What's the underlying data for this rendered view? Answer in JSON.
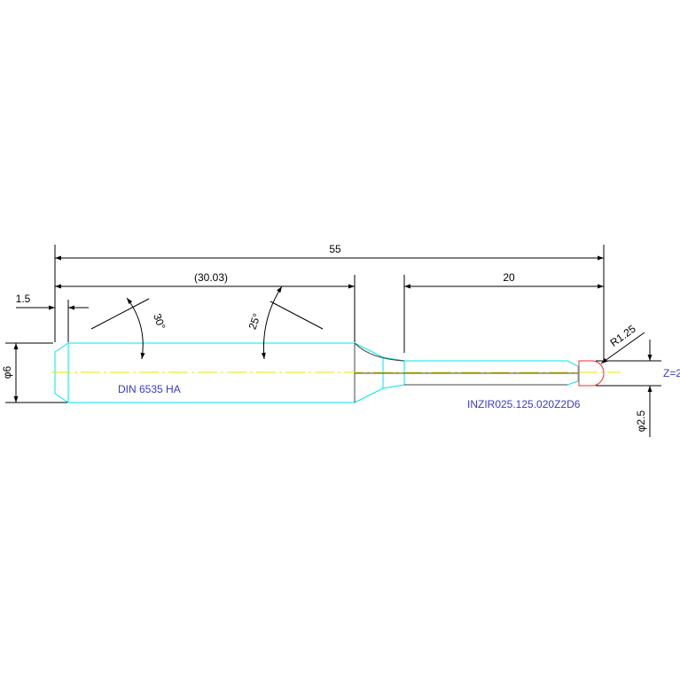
{
  "colors": {
    "outline": "#00e5ee",
    "centerline": "#e6e600",
    "label": "#3a3acc",
    "tip": "#ff2a2a",
    "dimension": "#000000",
    "edge": "#444444"
  },
  "dimensions": {
    "overall_length": "55",
    "shank_length": "(30.03)",
    "tip_length": "20",
    "chamfer": "1.5",
    "shank_diameter": "φ6",
    "tip_diameter": "φ2.5",
    "radius": "R1.25",
    "flutes": "Z=2",
    "angle_left": "30°",
    "angle_right": "25°"
  },
  "labels": {
    "shank_standard": "DIN 6535 HA",
    "part_number": "INZIR025.125.020Z2D6"
  }
}
